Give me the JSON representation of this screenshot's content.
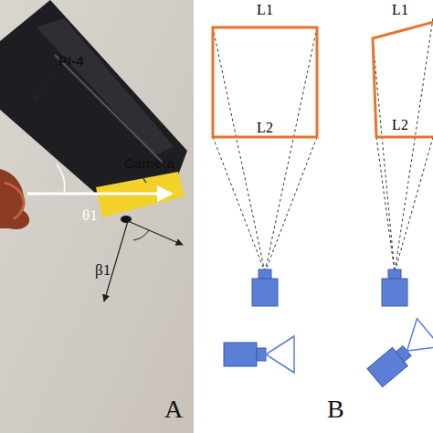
{
  "diagram": {
    "nodes": [
      {
        "text": [
          "L1",
          "L2"
        ]
      },
      {
        "text": [
          "L1",
          "L2"
        ]
      }
    ],
    "labels": [
      "PI-4",
      "Camera",
      "θ1",
      "β1",
      "A",
      "B"
    ]
  }
}
